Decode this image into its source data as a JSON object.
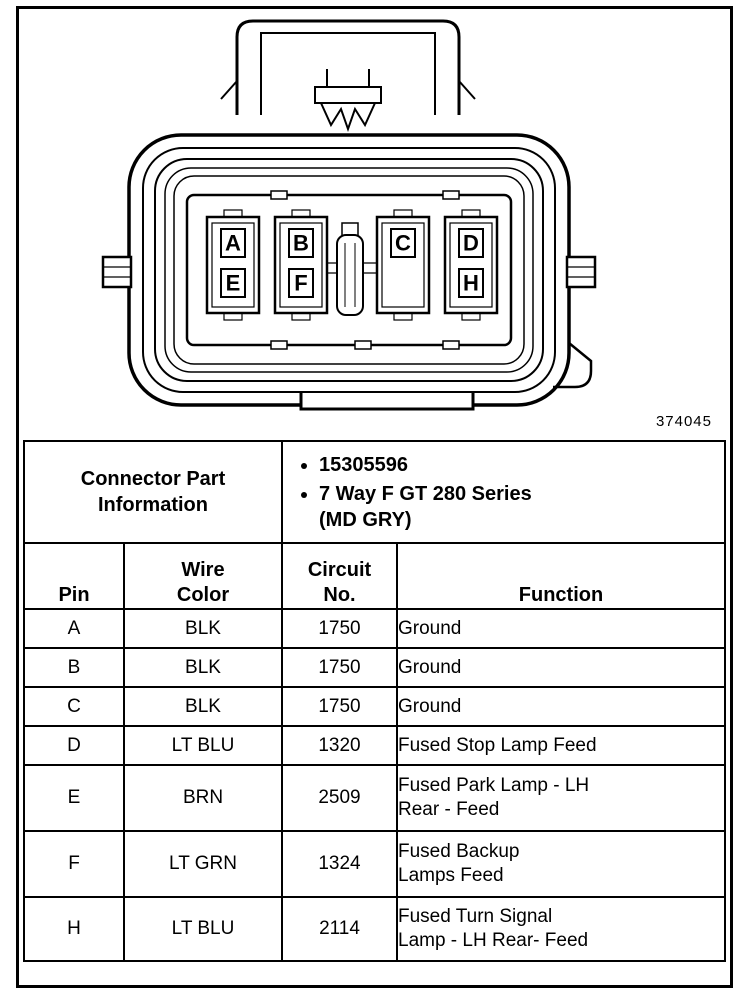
{
  "figure": {
    "number": "374045",
    "pins": [
      "A",
      "E",
      "B",
      "F",
      "C",
      "D",
      "H"
    ]
  },
  "part_info": {
    "title": "Connector Part\nInformation",
    "bullets": [
      "15305596",
      "7 Way F GT 280 Series\n(MD GRY)"
    ]
  },
  "table": {
    "headers": {
      "pin": "Pin",
      "wire_color": "Wire\nColor",
      "circuit_no": "Circuit\nNo.",
      "function": "Function"
    },
    "rows": [
      {
        "pin": "A",
        "wire_color": "BLK",
        "circuit_no": "1750",
        "function": "Ground"
      },
      {
        "pin": "B",
        "wire_color": "BLK",
        "circuit_no": "1750",
        "function": "Ground"
      },
      {
        "pin": "C",
        "wire_color": "BLK",
        "circuit_no": "1750",
        "function": "Ground"
      },
      {
        "pin": "D",
        "wire_color": "LT BLU",
        "circuit_no": "1320",
        "function": "Fused Stop Lamp Feed"
      },
      {
        "pin": "E",
        "wire_color": "BRN",
        "circuit_no": "2509",
        "function": "Fused Park Lamp - LH\nRear - Feed"
      },
      {
        "pin": "F",
        "wire_color": "LT GRN",
        "circuit_no": "1324",
        "function": "Fused Backup\nLamps Feed"
      },
      {
        "pin": "H",
        "wire_color": "LT BLU",
        "circuit_no": "2114",
        "function": "Fused Turn Signal\nLamp - LH Rear- Feed"
      }
    ]
  }
}
